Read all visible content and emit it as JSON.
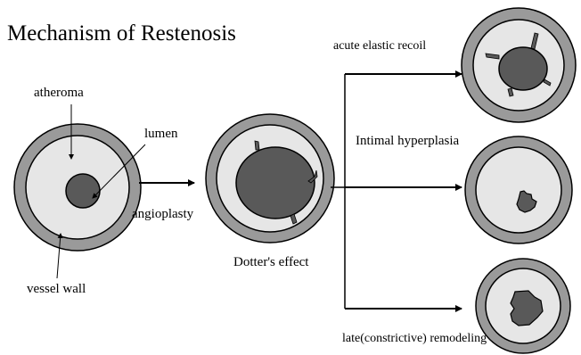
{
  "title": "Mechanism of Restenosis",
  "labels": {
    "atheroma": "atheroma",
    "lumen": "lumen",
    "vessel_wall": "vessel wall",
    "angioplasty": "angioplasty",
    "dotters_effect": "Dotter's effect",
    "acute_recoil": "acute elastic recoil",
    "intimal_hyperplasia": "Intimal hyperplasia",
    "late_remodeling": "late(constrictive) remodeling"
  },
  "colors": {
    "wall": "#9a9a9a",
    "atheroma": "#e6e6e6",
    "lumen": "#595959",
    "outline": "#000000"
  }
}
